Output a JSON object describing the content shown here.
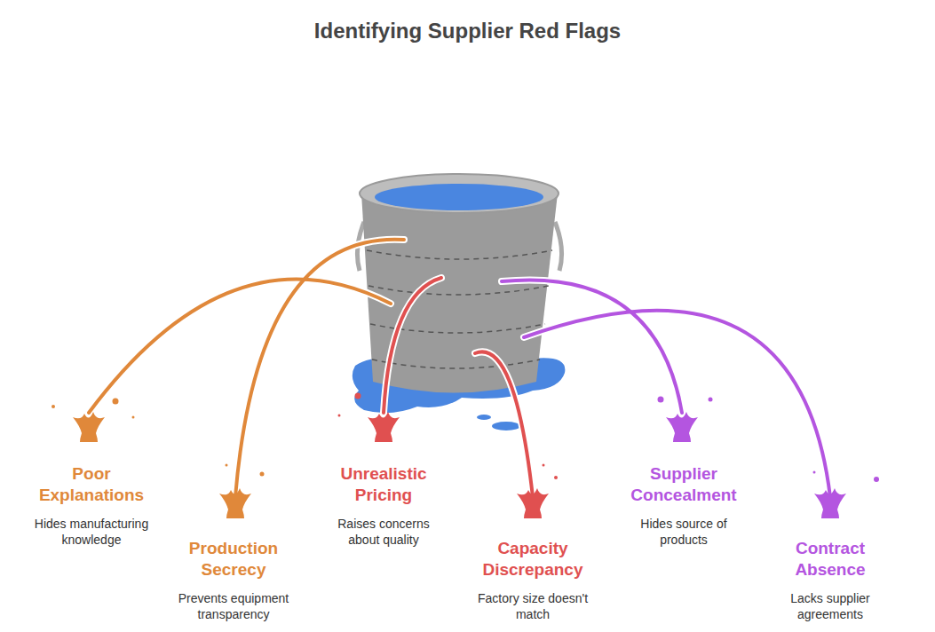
{
  "diagram": {
    "title": "Identifying Supplier Red Flags",
    "nodes": [
      {
        "text": [
          "Poor Explanations",
          "Hides manufacturing knowledge"
        ]
      },
      {
        "text": [
          "Production Secrecy",
          "Prevents equipment transparency"
        ]
      },
      {
        "text": [
          "Unrealistic Pricing",
          "Raises concerns about quality"
        ]
      },
      {
        "text": [
          "Capacity Discrepancy",
          "Factory size doesn't match"
        ]
      },
      {
        "text": [
          "Supplier Concealment",
          "Hides source of products"
        ]
      },
      {
        "text": [
          "Contract Absence",
          "Lacks supplier agreements"
        ]
      }
    ]
  }
}
